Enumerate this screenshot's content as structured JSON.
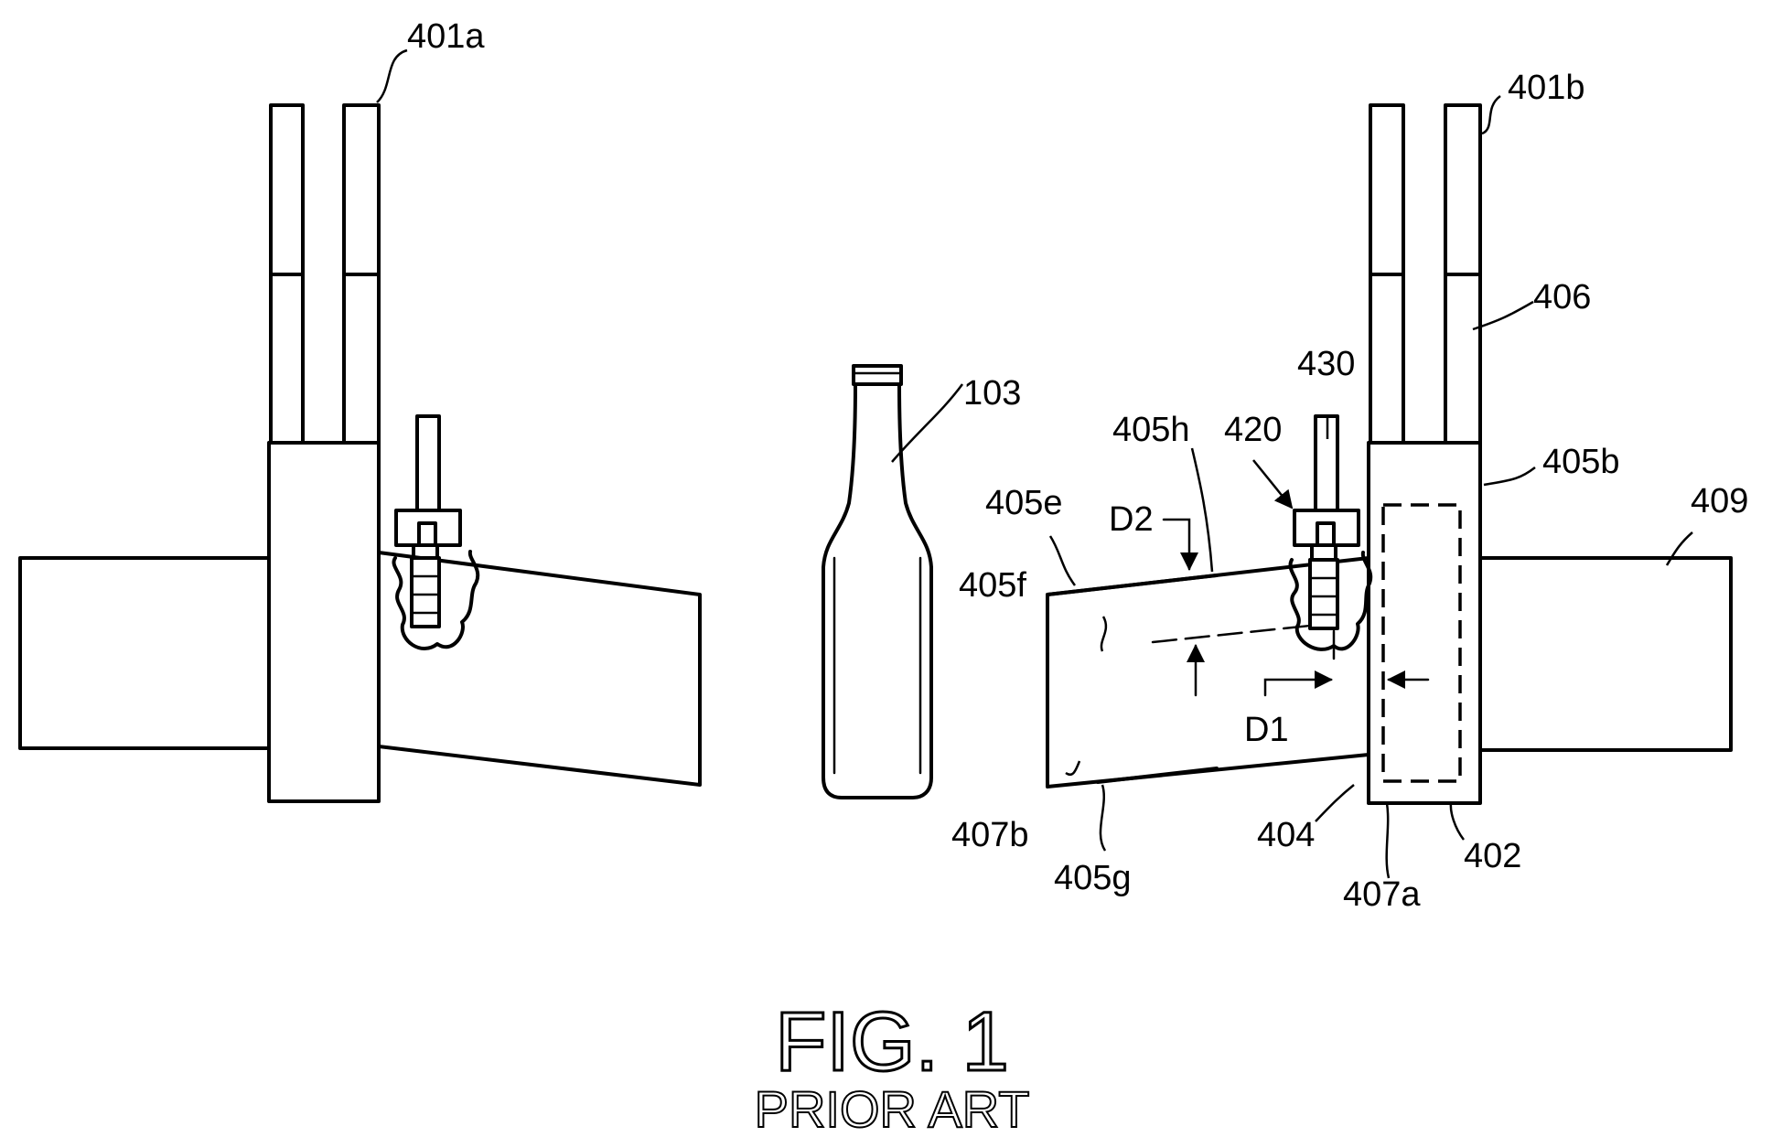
{
  "labels": {
    "l401a": "401a",
    "l401b": "401b",
    "l406": "406",
    "l430": "430",
    "l103": "103",
    "l405h": "405h",
    "l420": "420",
    "l405b": "405b",
    "l409": "409",
    "l405e": "405e",
    "lD2": "D2",
    "l405f": "405f",
    "lD1": "D1",
    "l407b": "407b",
    "l404": "404",
    "l402": "402",
    "l405g": "405g",
    "l407a": "407a"
  },
  "caption": {
    "figure": "FIG. 1",
    "note": "PRIOR ART"
  }
}
